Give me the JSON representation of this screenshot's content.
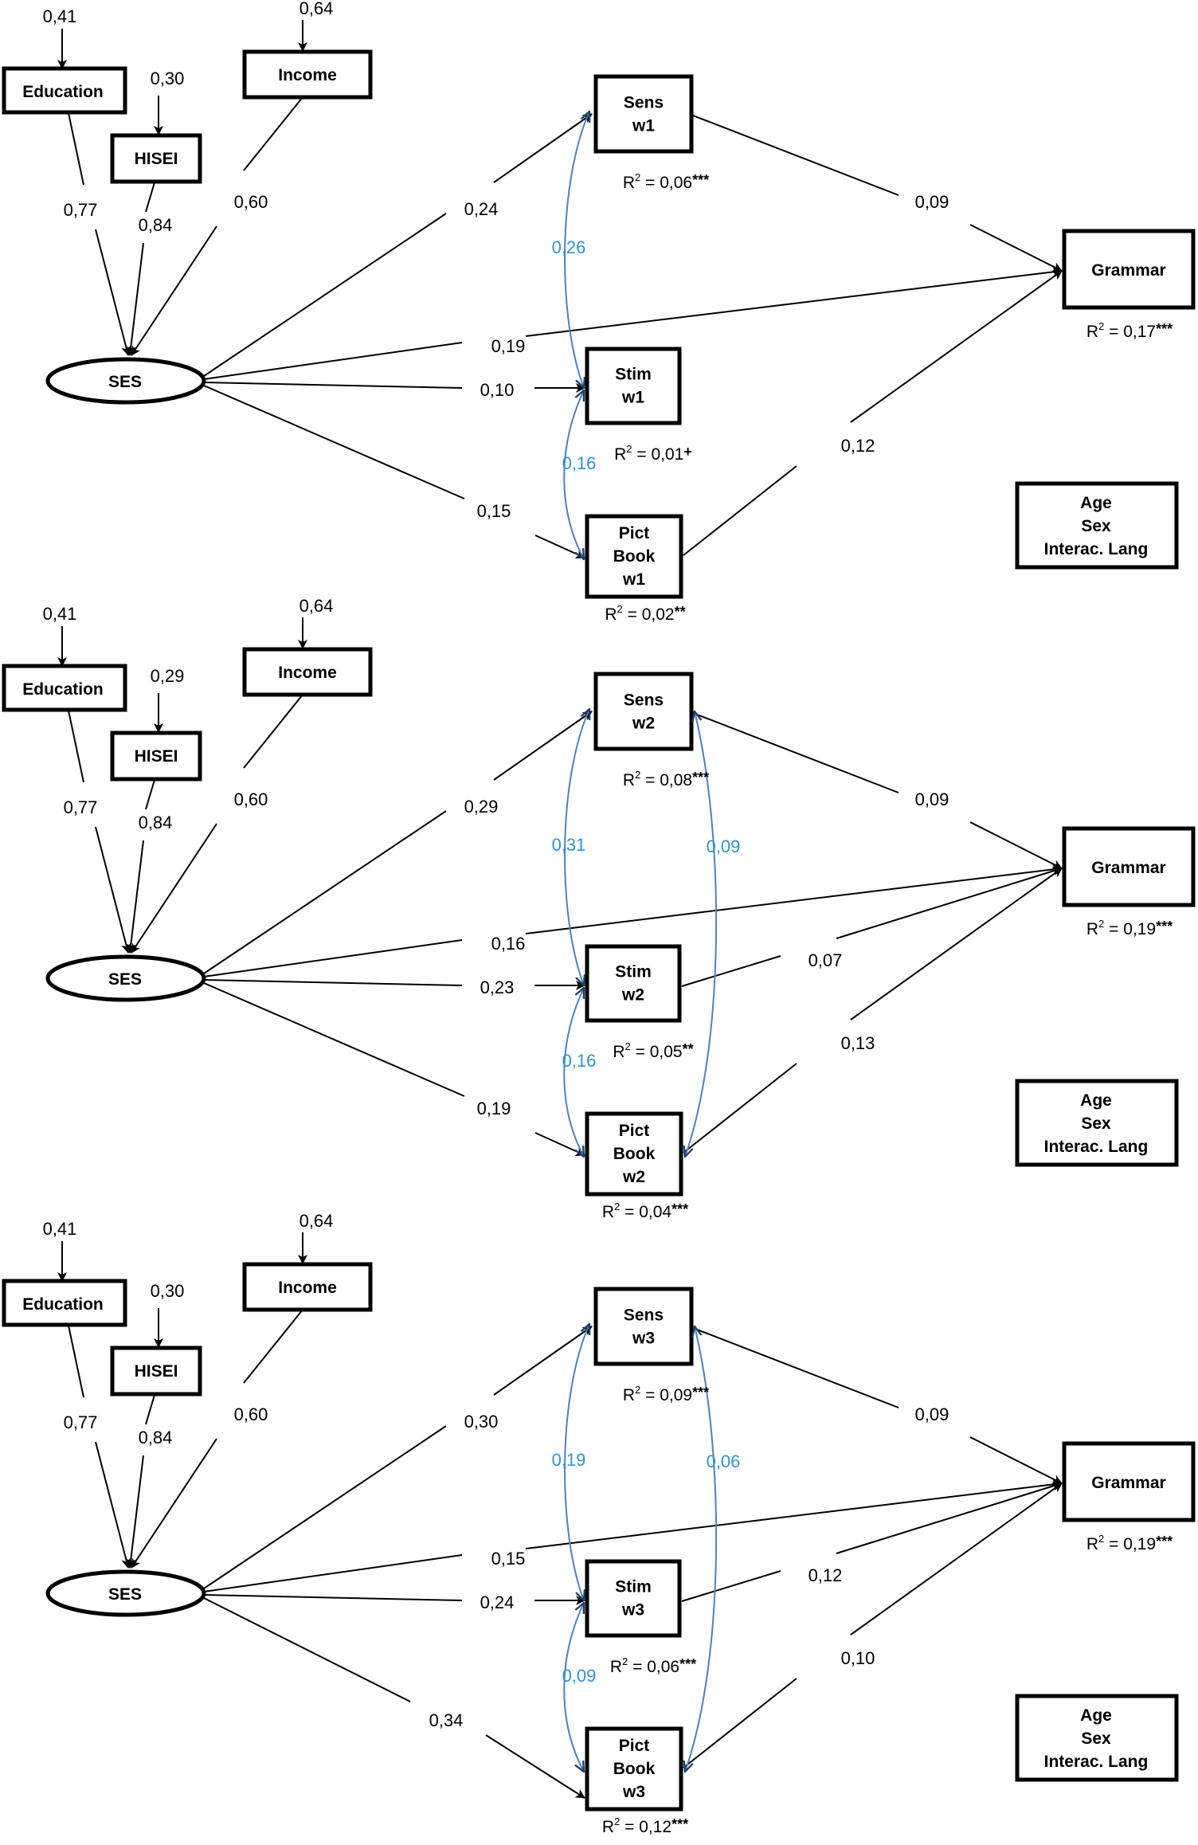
{
  "panels": [
    {
      "wave": "w1",
      "labels": {
        "education": "Education",
        "hisei": "HISEI",
        "income": "Income",
        "ses": "SES",
        "sens": [
          "Sens",
          "w1"
        ],
        "stim": [
          "Stim",
          "w1"
        ],
        "pict": [
          "Pict",
          "Book",
          "w1"
        ],
        "grammar": "Grammar",
        "covariates": [
          "Age",
          "Sex",
          "Interac. Lang"
        ]
      },
      "residuals": {
        "education": "0,41",
        "hisei": "0,30",
        "income": "0,64"
      },
      "loadings": {
        "education": "0,77",
        "hisei": "0,84",
        "income": "0,60"
      },
      "paths": {
        "ses_sens": "0,24",
        "ses_grammar": "0,19",
        "ses_stim": "0,10",
        "ses_pict": "0,15",
        "sens_grammar": "0,09",
        "stim_grammar": "",
        "pict_grammar": "0,12"
      },
      "covariances": {
        "sens_stim": "0,26",
        "stim_pict": "0,16",
        "sens_pict": ""
      },
      "r2": {
        "sens": {
          "prefix": "R",
          "sup": "2",
          "value": " = 0,06",
          "sig": "***"
        },
        "stim": {
          "prefix": "R",
          "sup": "2",
          "value": " = 0,01",
          "sig": "+"
        },
        "pict": {
          "prefix": "R",
          "sup": "2",
          "value": " = 0,02",
          "sig": "**"
        },
        "grammar": {
          "prefix": "R",
          "sup": "2",
          "value": " = 0,17",
          "sig": "***"
        }
      }
    },
    {
      "wave": "w2",
      "labels": {
        "education": "Education",
        "hisei": "HISEI",
        "income": "Income",
        "ses": "SES",
        "sens": [
          "Sens",
          "w2"
        ],
        "stim": [
          "Stim",
          "w2"
        ],
        "pict": [
          "Pict",
          "Book",
          "w2"
        ],
        "grammar": "Grammar",
        "covariates": [
          "Age",
          "Sex",
          "Interac. Lang"
        ]
      },
      "residuals": {
        "education": "0,41",
        "hisei": "0,29",
        "income": "0,64"
      },
      "loadings": {
        "education": "0,77",
        "hisei": "0,84",
        "income": "0,60"
      },
      "paths": {
        "ses_sens": "0,29",
        "ses_grammar": "0,16",
        "ses_stim": "0,23",
        "ses_pict": "0,19",
        "sens_grammar": "0,09",
        "stim_grammar": "0,07",
        "pict_grammar": "0,13"
      },
      "covariances": {
        "sens_stim": "0,31",
        "stim_pict": "0,16",
        "sens_pict": "0,09"
      },
      "r2": {
        "sens": {
          "prefix": "R",
          "sup": "2",
          "value": " = 0,08",
          "sig": "***"
        },
        "stim": {
          "prefix": "R",
          "sup": "2",
          "value": " = 0,05",
          "sig": "**"
        },
        "pict": {
          "prefix": "R",
          "sup": "2",
          "value": " = 0,04",
          "sig": "***"
        },
        "grammar": {
          "prefix": "R",
          "sup": "2",
          "value": " = 0,19",
          "sig": "***"
        }
      }
    },
    {
      "wave": "w3",
      "labels": {
        "education": "Education",
        "hisei": "HISEI",
        "income": "Income",
        "ses": "SES",
        "sens": [
          "Sens",
          "w3"
        ],
        "stim": [
          "Stim",
          "w3"
        ],
        "pict": [
          "Pict",
          "Book",
          "w3"
        ],
        "grammar": "Grammar",
        "covariates": [
          "Age",
          "Sex",
          "Interac. Lang"
        ]
      },
      "residuals": {
        "education": "0,41",
        "hisei": "0,30",
        "income": "0,64"
      },
      "loadings": {
        "education": "0,77",
        "hisei": "0,84",
        "income": "0,60"
      },
      "paths": {
        "ses_sens": "0,30",
        "ses_grammar": "0,15",
        "ses_stim": "0,24",
        "ses_pict": "0,34",
        "sens_grammar": "0,09",
        "stim_grammar": "0,12",
        "pict_grammar": "0,10"
      },
      "covariances": {
        "sens_stim": "0,19",
        "stim_pict": "0,09",
        "sens_pict": "0,06"
      },
      "r2": {
        "sens": {
          "prefix": "R",
          "sup": "2",
          "value": " = 0,09",
          "sig": "***"
        },
        "stim": {
          "prefix": "R",
          "sup": "2",
          "value": " = 0,06",
          "sig": "***"
        },
        "pict": {
          "prefix": "R",
          "sup": "2",
          "value": " = 0,12",
          "sig": "***"
        },
        "grammar": {
          "prefix": "R",
          "sup": "2",
          "value": " = 0,19",
          "sig": "***"
        }
      }
    }
  ]
}
